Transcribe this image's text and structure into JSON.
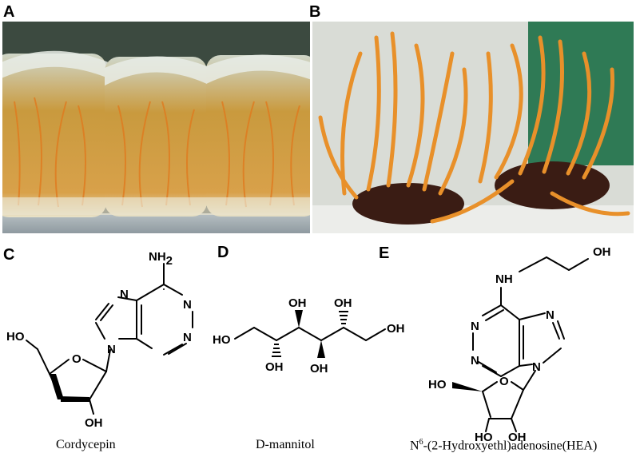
{
  "panels": {
    "a": {
      "letter": "A"
    },
    "b": {
      "letter": "B"
    },
    "c": {
      "letter": "C",
      "caption": "Cordycepin"
    },
    "d": {
      "letter": "D",
      "caption": "D-mannitol"
    },
    "e": {
      "letter": "E",
      "caption_prefix": "N",
      "caption_sup": "6",
      "caption_rest": "-(2-Hydroxyethl)adenosine(HEA)"
    }
  },
  "atoms": {
    "N": "N",
    "O": "O",
    "OH": "OH",
    "HO": "HO",
    "NH": "NH",
    "NH2": "NH",
    "sub2": "2"
  },
  "colors": {
    "jar_bg": "#2b3a2f",
    "fungus": "#e8902a",
    "larva": "#3a1c14",
    "backdrop": "#d9dcd6",
    "green_panel": "#2f7a55"
  }
}
